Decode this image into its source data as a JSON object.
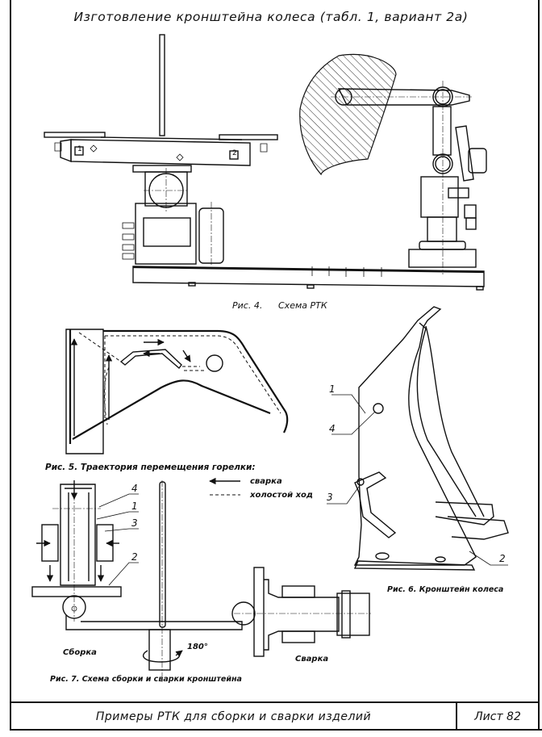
{
  "page": {
    "title": "Изготовление кронштейна колеса (табл. 1, вариант 2а)",
    "stamp": {
      "title": "Примеры РТК для сборки и сварки изделий",
      "sheet": "Лист 82"
    }
  },
  "figures": {
    "fig4": {
      "caption_number": "Рис. 4.",
      "caption_text": "Схема РТК",
      "positioner_labels": [
        "1",
        "2"
      ]
    },
    "fig5": {
      "caption": "Рис. 5. Траектория перемещения горелки:",
      "legend": [
        {
          "symbol": "arrow-solid",
          "label": "сварка"
        },
        {
          "symbol": "dashed-line",
          "label": "холостой ход"
        }
      ]
    },
    "fig6": {
      "caption": "Рис. 6. Кронштейн колеса",
      "callouts": [
        "1",
        "4",
        "3",
        "2"
      ]
    },
    "fig7": {
      "caption": "Рис. 7. Схема сборки и сварки кронштейна",
      "callouts": [
        "4",
        "1",
        "3",
        "2"
      ],
      "assembly_label": "Сборка",
      "welding_label": "Сварка",
      "rotation_label": "180°"
    }
  }
}
